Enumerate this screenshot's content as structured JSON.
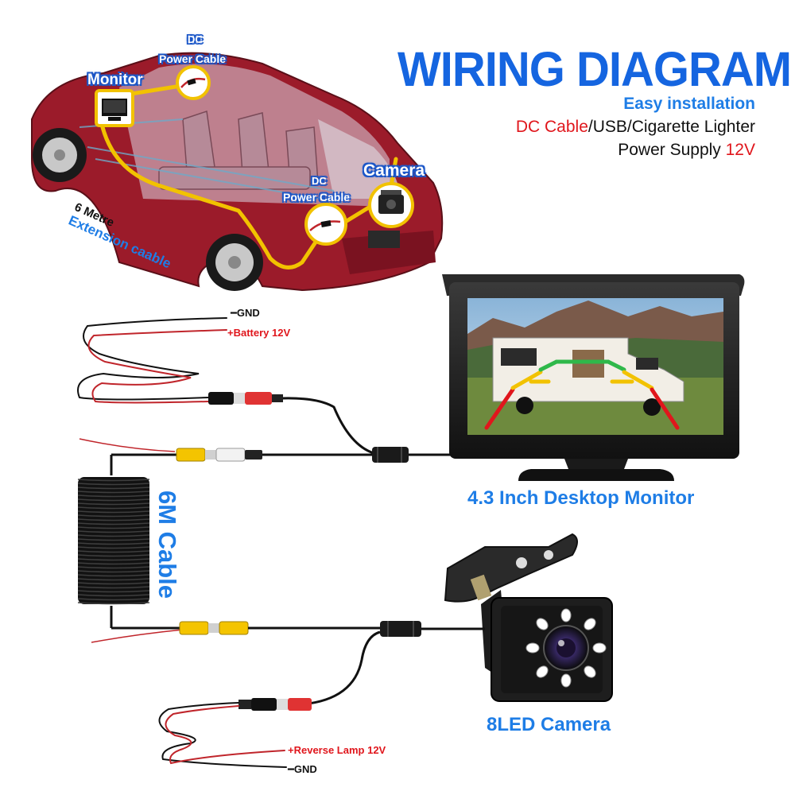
{
  "header": {
    "title": "WIRING DIAGRAM",
    "subtitle_1": "Easy installation",
    "subtitle_2_red": "DC Cable",
    "subtitle_2_rest": "/USB/Cigarette Lighter",
    "subtitle_3_prefix": "Power Supply ",
    "subtitle_3_red": "12V"
  },
  "car_labels": {
    "monitor": "Monitor",
    "dc_cable_top_1": "DC",
    "dc_cable_top_2": "Power Cable",
    "camera": "Camera",
    "dc_cable_rear_1": "DC",
    "dc_cable_rear_2": "Power Cable",
    "extension_1": "6 Metre",
    "extension_2": "Extension caable"
  },
  "wiring": {
    "gnd_top": "━GND",
    "battery": "+Battery 12V",
    "cable_length": "6M Cable",
    "reverse_lamp": "+Reverse Lamp 12V",
    "gnd_bottom": "━GND"
  },
  "products": {
    "monitor_caption": "4.3 Inch Desktop Monitor",
    "camera_caption": "8LED Camera"
  },
  "colors": {
    "title_blue": "#1565e0",
    "label_blue": "#1e7de6",
    "accent_red": "#e0161c",
    "car_body": "#9b1b2a",
    "route_yellow": "#f2c200",
    "wire_black": "#111111",
    "wire_red": "#c0252b",
    "rca_yellow": "#f4c400",
    "rca_white": "#f2f2f2",
    "rca_red": "#e03333"
  }
}
